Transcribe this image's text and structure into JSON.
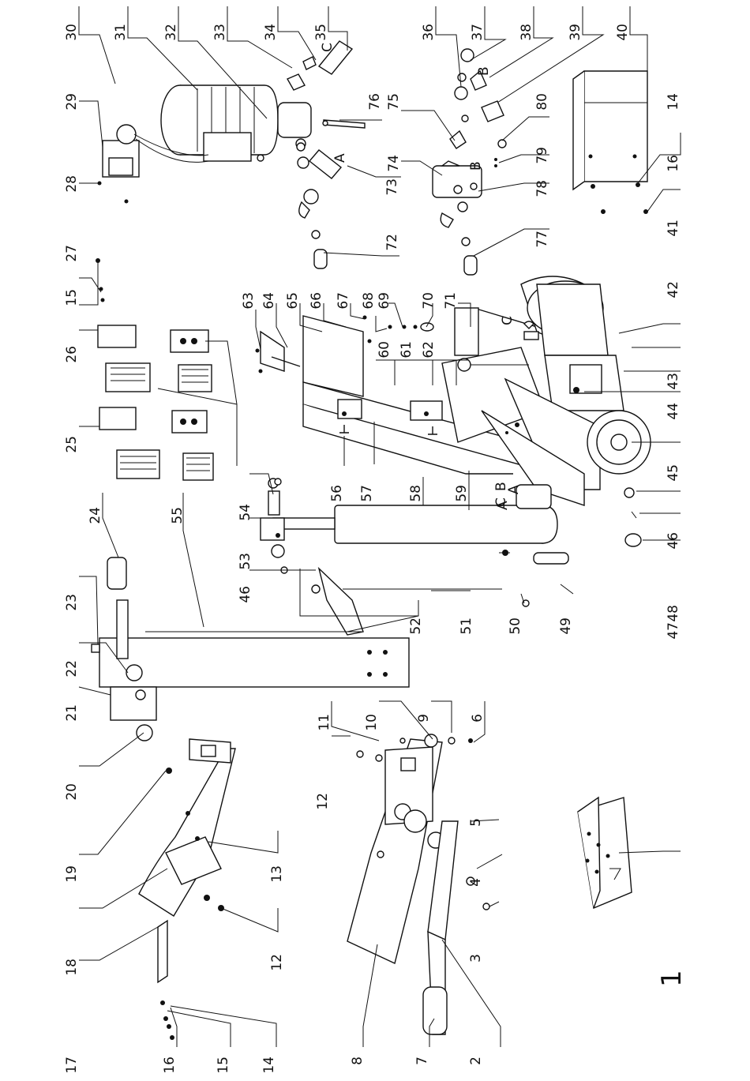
{
  "drawing": {
    "number": "1",
    "callouts": [
      {
        "no": "30"
      },
      {
        "no": "31"
      },
      {
        "no": "32"
      },
      {
        "no": "33"
      },
      {
        "no": "34"
      },
      {
        "no": "35"
      },
      {
        "no": "36"
      },
      {
        "no": "37"
      },
      {
        "no": "38"
      },
      {
        "no": "39"
      },
      {
        "no": "40"
      },
      {
        "no": "29"
      },
      {
        "no": "28"
      },
      {
        "no": "76"
      },
      {
        "no": "75"
      },
      {
        "no": "80"
      },
      {
        "no": "79"
      },
      {
        "no": "74"
      },
      {
        "no": "78"
      },
      {
        "no": "73"
      },
      {
        "no": "77"
      },
      {
        "no": "72"
      },
      {
        "no": "14"
      },
      {
        "no": "16"
      },
      {
        "no": "41"
      },
      {
        "no": "42"
      },
      {
        "no": "43"
      },
      {
        "no": "44"
      },
      {
        "no": "45"
      },
      {
        "no": "46"
      },
      {
        "no": "47"
      },
      {
        "no": "48"
      },
      {
        "no": "27"
      },
      {
        "no": "15"
      },
      {
        "no": "26"
      },
      {
        "no": "25"
      },
      {
        "no": "63"
      },
      {
        "no": "64"
      },
      {
        "no": "65"
      },
      {
        "no": "66"
      },
      {
        "no": "67"
      },
      {
        "no": "68"
      },
      {
        "no": "69"
      },
      {
        "no": "70"
      },
      {
        "no": "71"
      },
      {
        "no": "60"
      },
      {
        "no": "61"
      },
      {
        "no": "62"
      },
      {
        "no": "56"
      },
      {
        "no": "57"
      },
      {
        "no": "58"
      },
      {
        "no": "59"
      },
      {
        "no": "54"
      },
      {
        "no": "53"
      },
      {
        "no": "46"
      },
      {
        "no": "52"
      },
      {
        "no": "51"
      },
      {
        "no": "50"
      },
      {
        "no": "49"
      },
      {
        "no": "24"
      },
      {
        "no": "55"
      },
      {
        "no": "23"
      },
      {
        "no": "22"
      },
      {
        "no": "21"
      },
      {
        "no": "20"
      },
      {
        "no": "19"
      },
      {
        "no": "18"
      },
      {
        "no": "17"
      },
      {
        "no": "16"
      },
      {
        "no": "15"
      },
      {
        "no": "14"
      },
      {
        "no": "13"
      },
      {
        "no": "12"
      },
      {
        "no": "11"
      },
      {
        "no": "10"
      },
      {
        "no": "9"
      },
      {
        "no": "6"
      },
      {
        "no": "12"
      },
      {
        "no": "5"
      },
      {
        "no": "4"
      },
      {
        "no": "3"
      },
      {
        "no": "8"
      },
      {
        "no": "7"
      },
      {
        "no": "2"
      }
    ],
    "connector_letters": [
      "A",
      "B",
      "C",
      "B",
      "C",
      "A",
      "B",
      "A",
      "C"
    ]
  }
}
